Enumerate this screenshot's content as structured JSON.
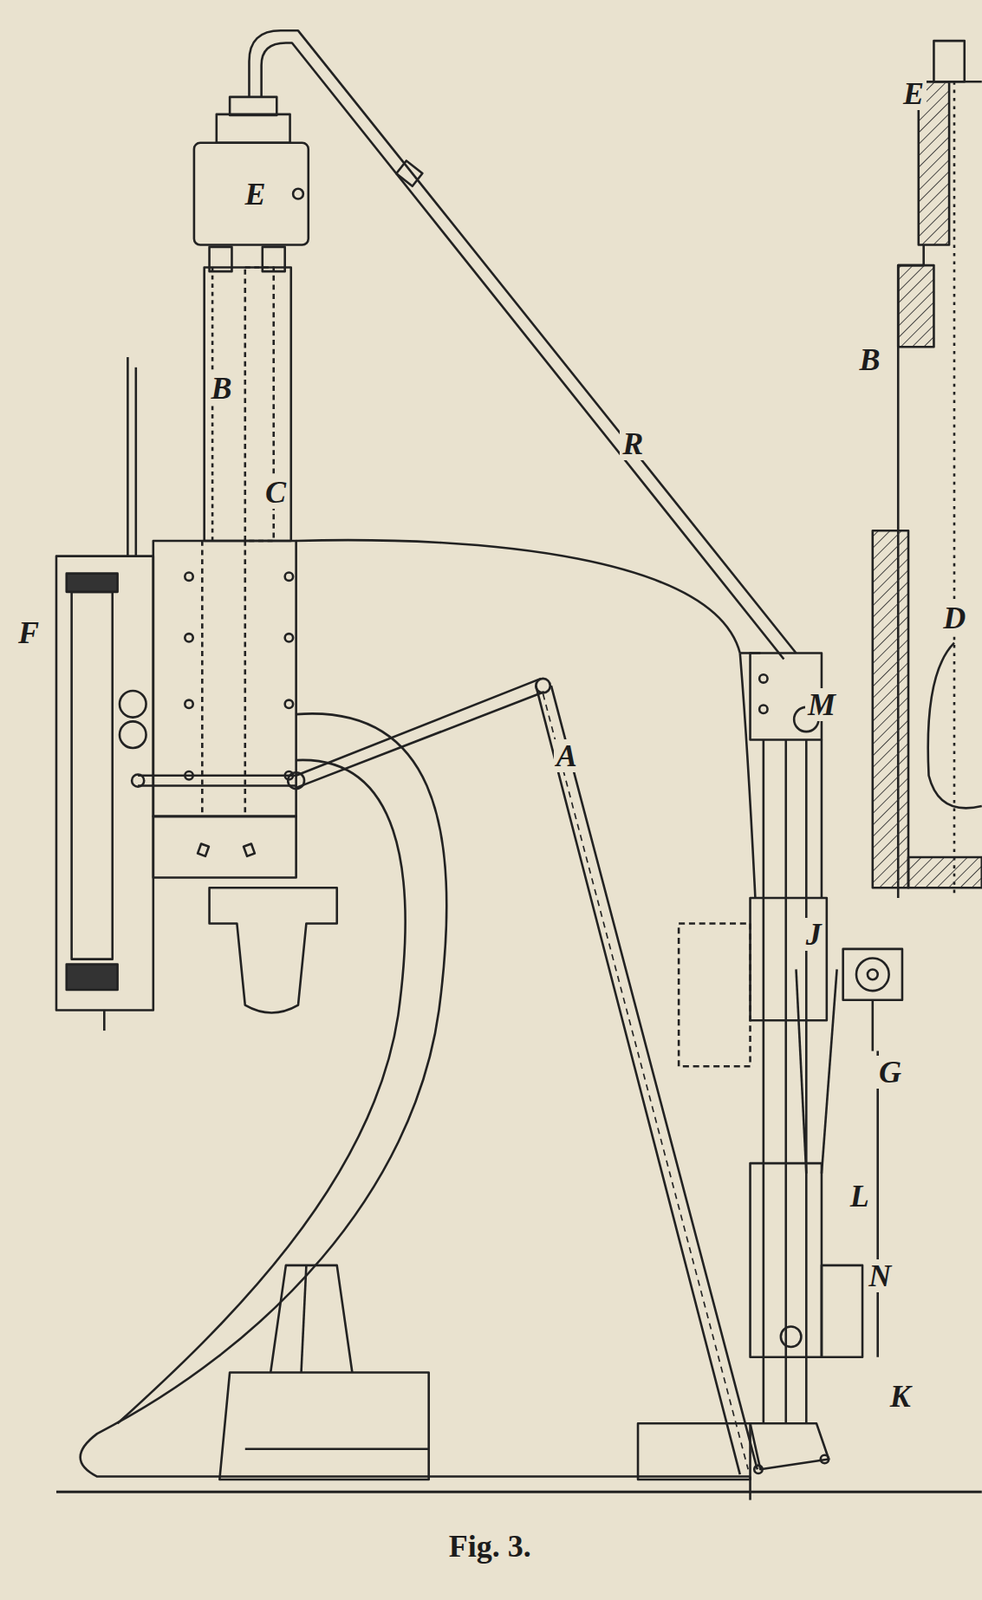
{
  "diagram": {
    "caption": "Fig. 3.",
    "labels": [
      "E",
      "B",
      "C",
      "F",
      "R",
      "M",
      "A",
      "J",
      "G",
      "L",
      "N",
      "K",
      "E",
      "B",
      "D"
    ]
  }
}
